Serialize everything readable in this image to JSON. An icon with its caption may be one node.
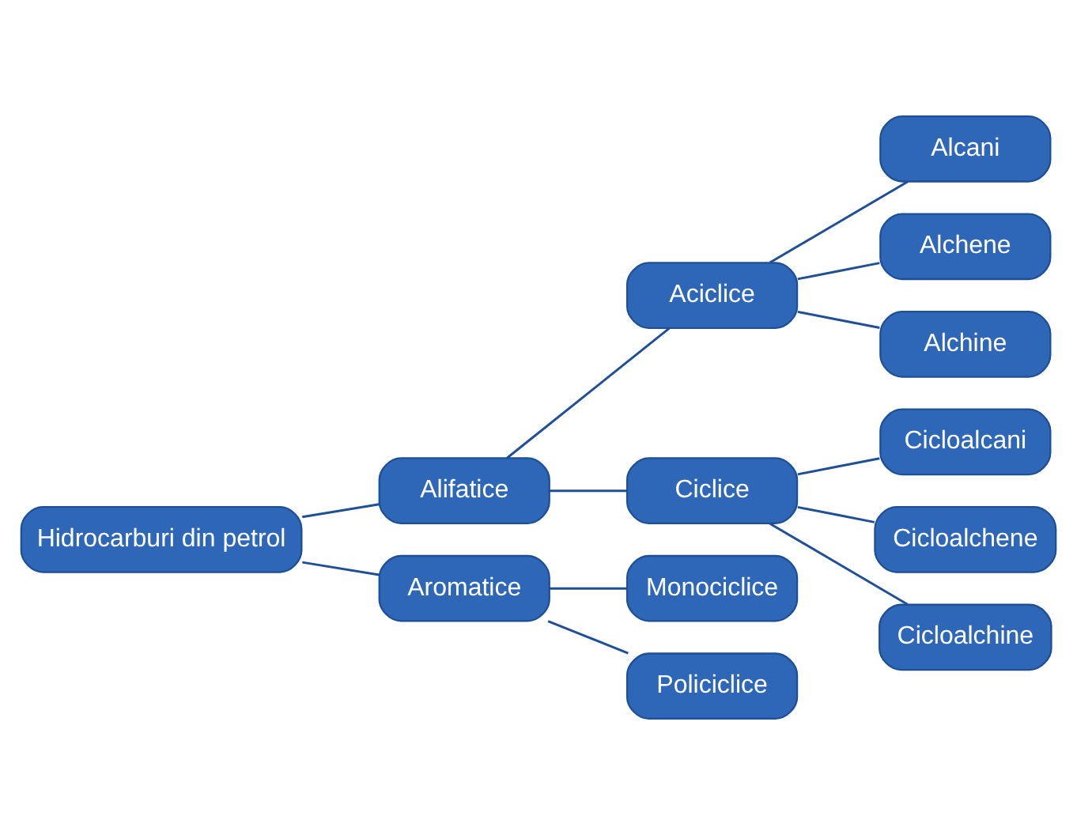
{
  "diagram": {
    "nodes": [
      {
        "text": [
          "Hidrocarburi din petrol"
        ]
      },
      {
        "text": [
          "Alifatice"
        ]
      },
      {
        "text": [
          "Aromatice"
        ]
      },
      {
        "text": [
          "Aciclice"
        ]
      },
      {
        "text": [
          "Ciclice"
        ]
      },
      {
        "text": [
          "Monociclice"
        ]
      },
      {
        "text": [
          "Policiclice"
        ]
      },
      {
        "text": [
          "Alcani"
        ]
      },
      {
        "text": [
          "Alchene"
        ]
      },
      {
        "text": [
          "Alchine"
        ]
      },
      {
        "text": [
          "Cicloalcani"
        ]
      },
      {
        "text": [
          "Cicloalchene"
        ]
      },
      {
        "text": [
          "Cicloalchine"
        ]
      }
    ],
    "edges": [
      {
        "from": 0,
        "to": 1,
        "arrow": "none"
      },
      {
        "from": 0,
        "to": 2,
        "arrow": "none"
      },
      {
        "from": 1,
        "to": 3,
        "arrow": "none"
      },
      {
        "from": 1,
        "to": 4,
        "arrow": "none"
      },
      {
        "from": 2,
        "to": 5,
        "arrow": "none"
      },
      {
        "from": 2,
        "to": 6,
        "arrow": "none"
      },
      {
        "from": 3,
        "to": 7,
        "arrow": "none"
      },
      {
        "from": 3,
        "to": 8,
        "arrow": "none"
      },
      {
        "from": 3,
        "to": 9,
        "arrow": "none"
      },
      {
        "from": 4,
        "to": 10,
        "arrow": "none"
      },
      {
        "from": 4,
        "to": 11,
        "arrow": "none"
      },
      {
        "from": 4,
        "to": 12,
        "arrow": "none"
      }
    ]
  }
}
